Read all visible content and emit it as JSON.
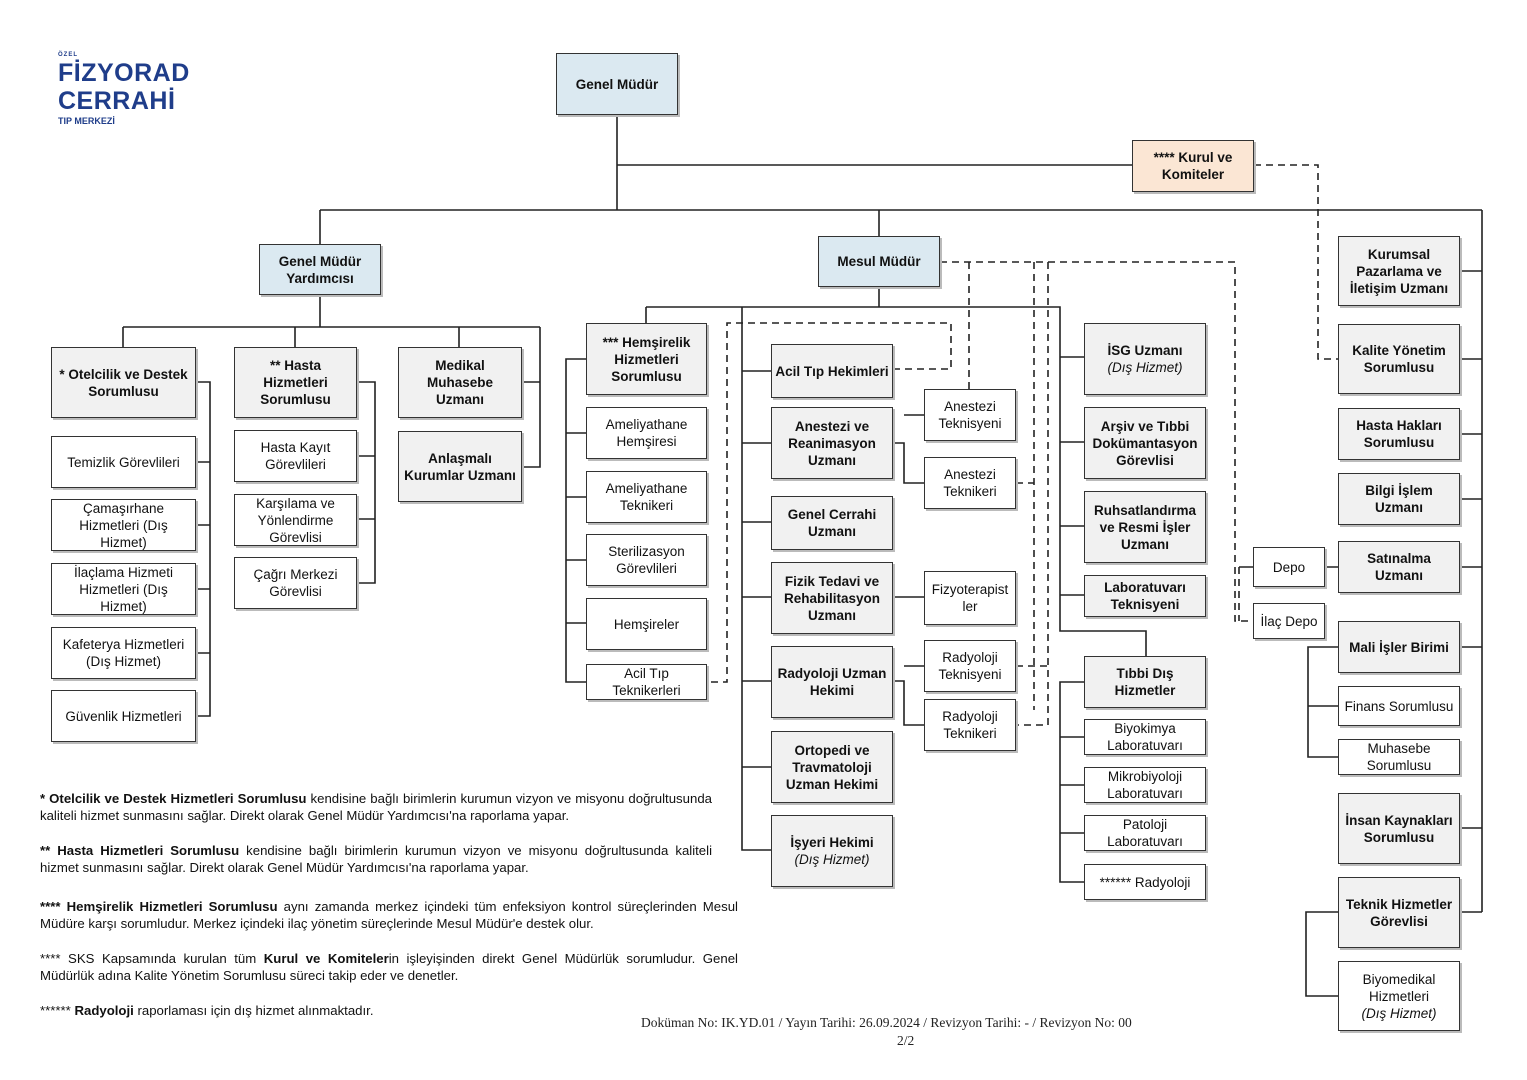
{
  "logo": {
    "ozel": "ÖZEL",
    "line1": "FİZYORAD",
    "line2": "CERRAHİ",
    "line3": "TIP MERKEZİ"
  },
  "top": {
    "genel_mudur": "Genel Müdür",
    "kurul": "**** Kurul ve Komiteler"
  },
  "gmy": {
    "title": "Genel Müdür Yardımcısı",
    "otelcilik": {
      "title": "* Otelcilik ve Destek Sorumlusu",
      "items": [
        "Temizlik Görevlileri",
        "Çamaşırhane Hizmetleri (Dış Hizmet)",
        "İlaçlama Hizmeti Hizmetleri (Dış Hizmet)",
        "Kafeterya Hizmetleri (Dış Hizmet)",
        "Güvenlik Hizmetleri"
      ]
    },
    "hasta": {
      "title": "** Hasta Hizmetleri Sorumlusu",
      "items": [
        "Hasta Kayıt Görevlileri",
        "Karşılama ve Yönlendirme Görevlisi",
        "Çağrı Merkezi Görevlisi"
      ]
    },
    "medikal": "Medikal Muhasebe Uzmanı",
    "anlasmali": "Anlaşmalı Kurumlar Uzmanı"
  },
  "mesul": {
    "title": "Mesul Müdür",
    "hemsirelik": {
      "title": "*** Hemşirelik Hizmetleri Sorumlusu",
      "items": [
        "Ameliyathane Hemşiresi",
        "Ameliyathane Teknikeri",
        "Sterilizasyon Görevlileri",
        "Hemşireler",
        "Acil Tıp Teknikerleri"
      ]
    },
    "doctors": [
      "Acil Tıp Hekimleri",
      "Anestezi ve Reanimasyon Uzmanı",
      "Genel Cerrahi Uzmanı",
      "Fizik Tedavi ve Rehabilitasyon Uzmanı",
      "Radyoloji Uzman Hekimi",
      "Ortopedi ve Travmatoloji Uzman Hekimi",
      "İşyeri Hekimi"
    ],
    "isyeri_sub": "(Dış Hizmet)",
    "staff": [
      "Anestezi Teknisyeni",
      "Anestezi Teknikeri",
      "Fizyoterapist ler",
      "Radyoloji Teknisyeni",
      "Radyoloji Teknikeri"
    ],
    "right": [
      "İSG Uzmanı",
      "Arşiv ve Tıbbi Dokümantasyon Görevlisi",
      "Ruhsatlandırma ve Resmi İşler Uzmanı",
      "Laboratuvarı Teknisyeni"
    ],
    "isg_sub": "(Dış Hizmet)",
    "tibbi": {
      "title": "Tıbbi Dış Hizmetler",
      "items": [
        "Biyokimya Laboratuvarı",
        "Mikrobiyoloji Laboratuvarı",
        "Patoloji Laboratuvarı",
        "****** Radyoloji"
      ]
    },
    "depo": "Depo",
    "ilac_depo": "İlaç Depo"
  },
  "right_col": {
    "items": [
      "Kurumsal Pazarlama ve İletişim Uzmanı",
      "Kalite Yönetim Sorumlusu",
      "Hasta Hakları Sorumlusu",
      "Bilgi İşlem Uzmanı",
      "Satınalma Uzmanı",
      "Mali İşler Birimi",
      "İnsan Kaynakları Sorumlusu",
      "Teknik Hizmetler Görevlisi"
    ],
    "mali_sub": [
      "Finans Sorumlusu",
      "Muhasebe Sorumlusu"
    ],
    "teknik_sub_title": "Biyomedikal Hizmetleri",
    "teknik_sub_note": "(Dış Hizmet)"
  },
  "notes": {
    "n1_b": "* Otelcilik ve Destek Hizmetleri Sorumlusu",
    "n1": " kendisine bağlı birimlerin kurumun vizyon ve misyonu doğrultusunda kaliteli hizmet sunmasını sağlar. Direkt olarak Genel Müdür Yardımcısı'na raporlama yapar.",
    "n2_b": "** Hasta Hizmetleri Sorumlusu",
    "n2": " kendisine bağlı birimlerin kurumun vizyon ve misyonu doğrultusunda kaliteli hizmet sunmasını sağlar. Direkt olarak Genel Müdür Yardımcısı'na raporlama yapar.",
    "n3_b": "**** Hemşirelik Hizmetleri Sorumlusu",
    "n3": " aynı zamanda merkez içindeki tüm enfeksiyon kontrol süreçlerinden Mesul Müdüre karşı sorumludur. Merkez içindeki ilaç yönetim süreçlerinde Mesul Müdür'e destek olur.",
    "n4_a": "**** SKS Kapsamında kurulan tüm ",
    "n4_b": "Kurul ve Komiteler",
    "n4": "in işleyişinden direkt Genel Müdürlük sorumludur. Genel Müdürlük adına Kalite Yönetim Sorumlusu süreci takip eder ve denetler.",
    "n5_a": "****** ",
    "n5_b": "Radyoloji",
    "n5": " raporlaması için dış hizmet alınmaktadır."
  },
  "footer": {
    "doc": "Doküman No: IK.YD.01 / Yayın Tarihi: 26.09.2024 / Revizyon Tarihi: - / Revizyon No: 00",
    "page": "2/2"
  }
}
